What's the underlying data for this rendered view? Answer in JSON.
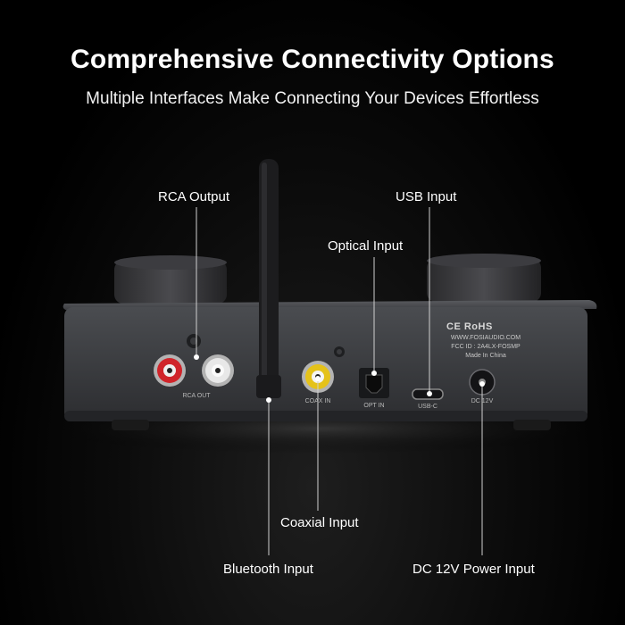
{
  "headline": "Comprehensive Connectivity Options",
  "subheadline": "Multiple Interfaces Make Connecting Your Devices Effortless",
  "callouts": {
    "rca_output": "RCA Output",
    "usb_input": "USB Input",
    "optical_input": "Optical Input",
    "coaxial_input": "Coaxial Input",
    "bluetooth_input": "Bluetooth Input",
    "dc_power_input": "DC 12V Power Input"
  },
  "panel": {
    "rca_label": "RCA OUT",
    "coax_label": "COAX IN",
    "opt_label": "OPT IN",
    "usb_label": "USB-C",
    "dc_label": "DC 12V",
    "certifications": "CE RoHS",
    "website": "WWW.FOSIAUDIO.COM",
    "fcc_id": "FCC ID : 2A4LX-FOSMP",
    "origin": "Made In China"
  },
  "colors": {
    "background": "#000000",
    "chassis": "#3a3c40",
    "rca_red": "#d0242a",
    "rca_white": "#e8e8e8",
    "coax_yellow": "#e5c21a"
  }
}
